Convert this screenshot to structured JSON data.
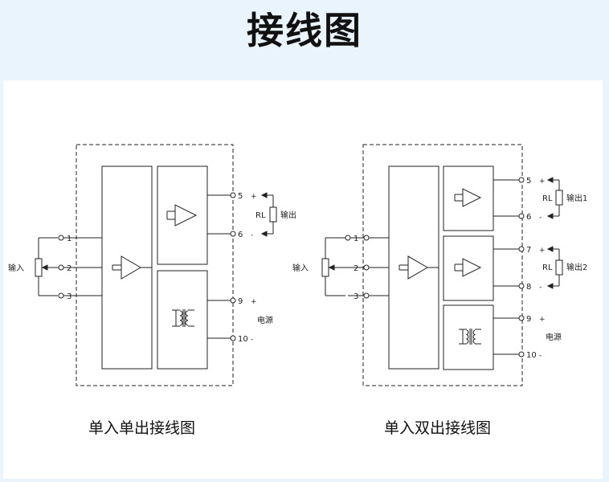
{
  "title": "接线图",
  "single": {
    "caption": "单入单出接线图",
    "input_label": "输入",
    "terminals": {
      "t1": "1",
      "t2": "2",
      "t3": "3",
      "t5": "5",
      "t6": "6",
      "t9": "9",
      "t10": "10"
    },
    "signs": {
      "plus5": "+",
      "minus6": "-",
      "plus9": "+",
      "minus10": "-"
    },
    "rl_label": "RL",
    "output_label": "输出",
    "power_label": "电源"
  },
  "dual": {
    "caption": "单入双出接线图",
    "input_label": "输入",
    "terminals": {
      "t1": "1",
      "t2": "2",
      "t3": "3",
      "t5": "5",
      "t6": "6",
      "t7": "7",
      "t8": "8",
      "t9": "9",
      "t10": "10"
    },
    "signs": {
      "plus5": "+",
      "minus6": "-",
      "plus7": "+",
      "minus8": "-",
      "plus9": "+",
      "minus10": "-"
    },
    "rl1_label": "RL",
    "rl2_label": "RL",
    "output1_label": "输出1",
    "output2_label": "输出2",
    "power_label": "电源"
  }
}
